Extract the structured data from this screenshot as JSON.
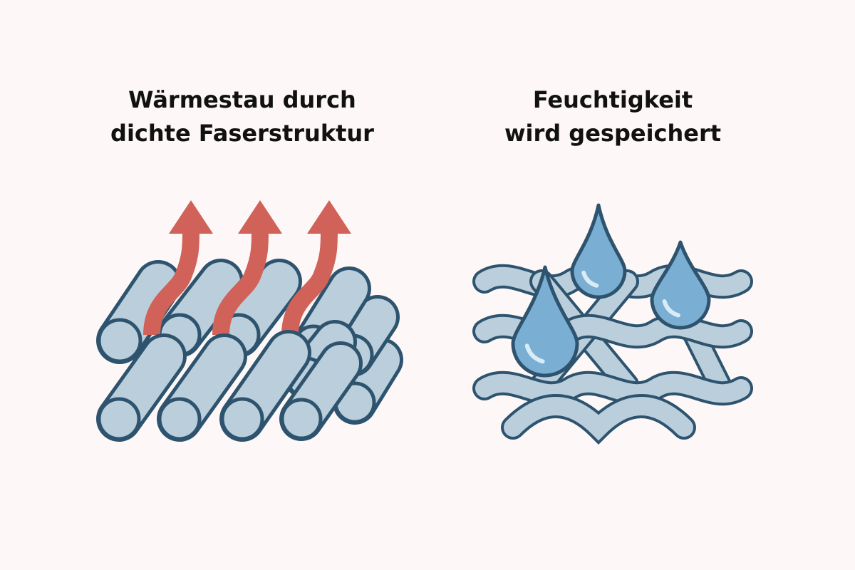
{
  "panels": [
    {
      "title_line1": "Wärmestau durch",
      "title_line2": "dichte Faserstruktur",
      "illustration": "dense-fibers-with-heat-arrows-icon"
    },
    {
      "title_line1": "Feuchtigkeit",
      "title_line2": "wird gespeichert",
      "illustration": "woven-fibers-with-water-drops-icon"
    }
  ],
  "colors": {
    "background": "#fdf8f7",
    "fiber_fill": "#bacfdb",
    "fiber_outline": "#2e536e",
    "heat_arrow": "#d0625a",
    "water_drop": "#7aaed3"
  }
}
